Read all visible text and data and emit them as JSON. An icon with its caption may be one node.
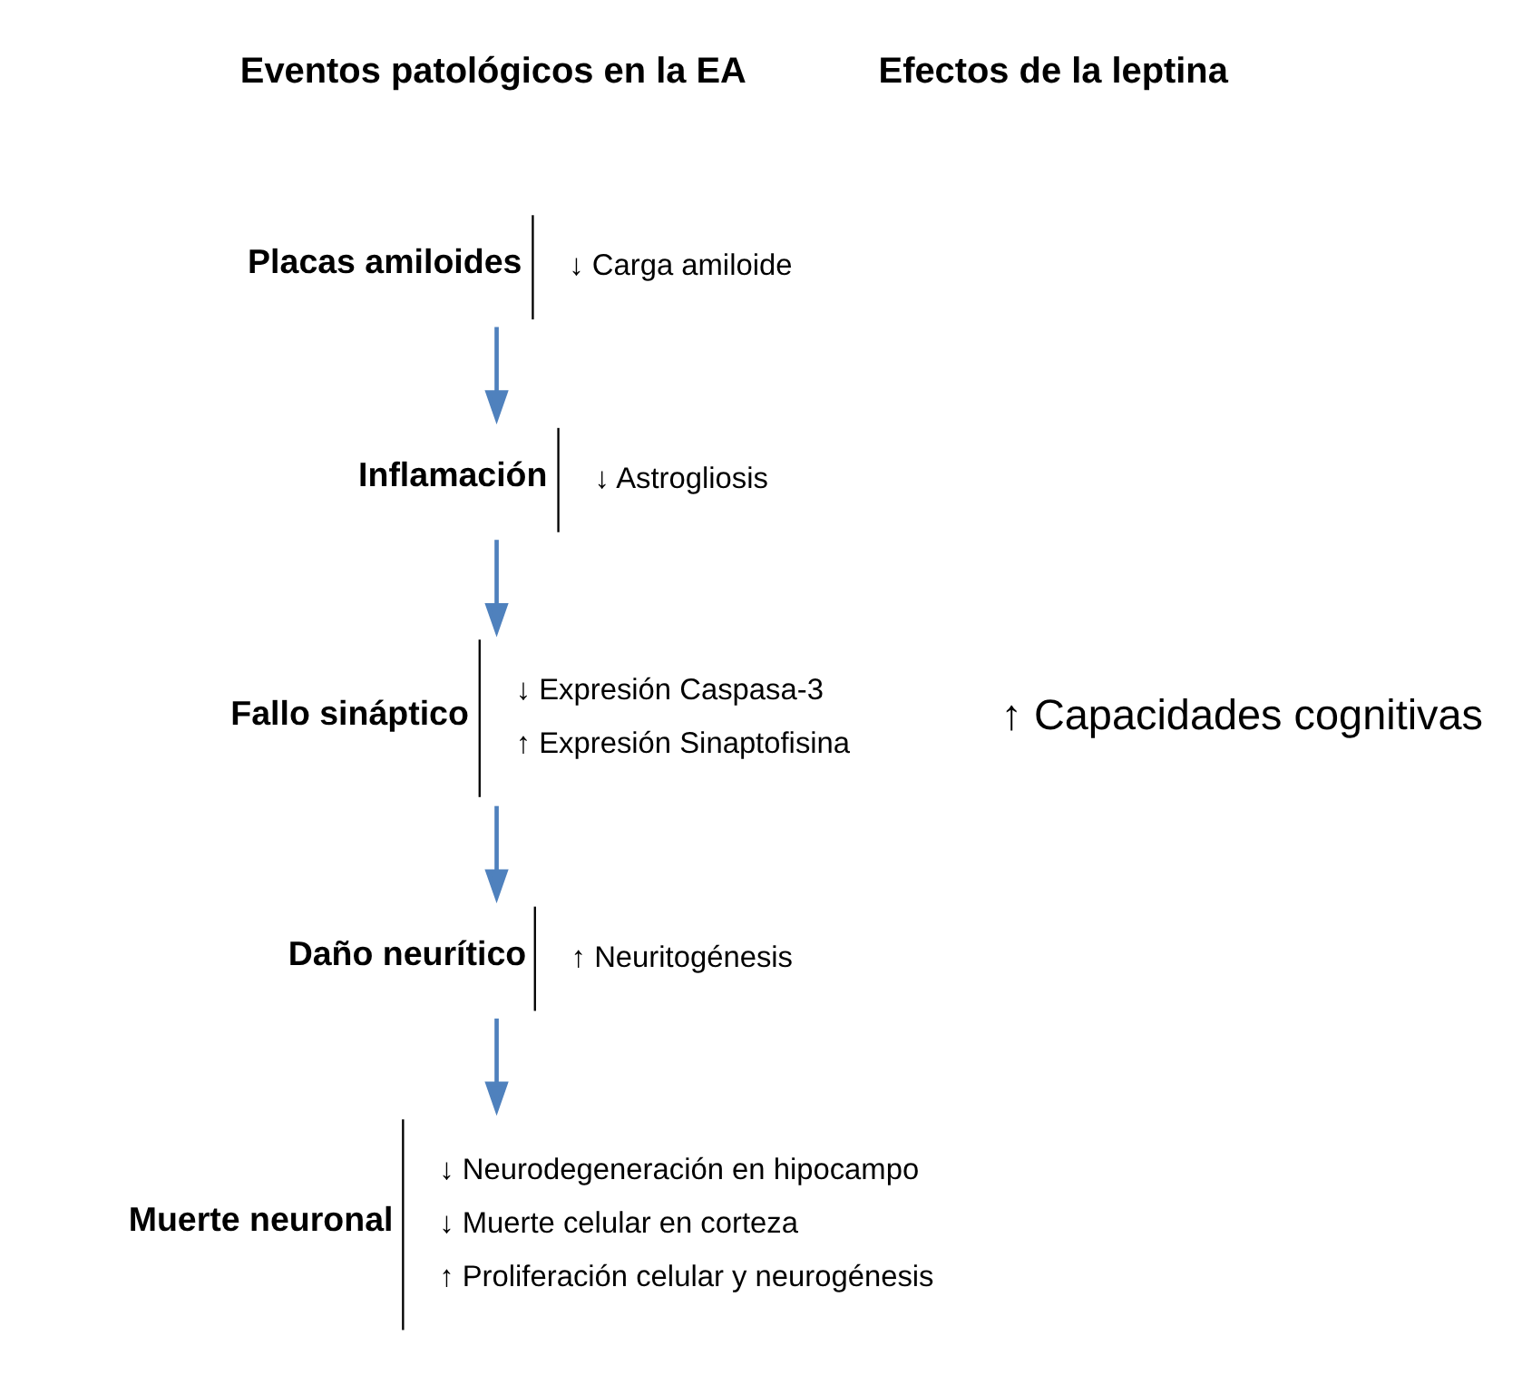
{
  "diagram": {
    "nodes": [
      {
        "text": [
          "Placas amiloides",
          "↓ Carga amiloide"
        ]
      },
      {
        "text": [
          "Inflamación",
          "↓ Astrogliosis"
        ]
      },
      {
        "text": [
          "Fallo sináptico",
          "↓ Expresión Caspasa-3",
          "↑ Expresión Sinaptofisina"
        ]
      },
      {
        "text": [
          "Daño neurítico",
          "↑ Neuritogénesis"
        ]
      },
      {
        "text": [
          "Muerte neuronal",
          "↓ Neurodegeneración en hipocampo",
          "↓ Muerte celular en corteza",
          "↑ Proliferación celular y neurogénesis"
        ]
      }
    ],
    "edges": [
      {
        "from": 0,
        "to": 1,
        "arrow": "to"
      },
      {
        "from": 1,
        "to": 2,
        "arrow": "to"
      },
      {
        "from": 2,
        "to": 3,
        "arrow": "to"
      },
      {
        "from": 3,
        "to": 4,
        "arrow": "to"
      }
    ],
    "labels": [
      "Eventos patológicos en la EA",
      "Efectos de la leptina",
      "↑ Capacidades cognitivas"
    ]
  }
}
